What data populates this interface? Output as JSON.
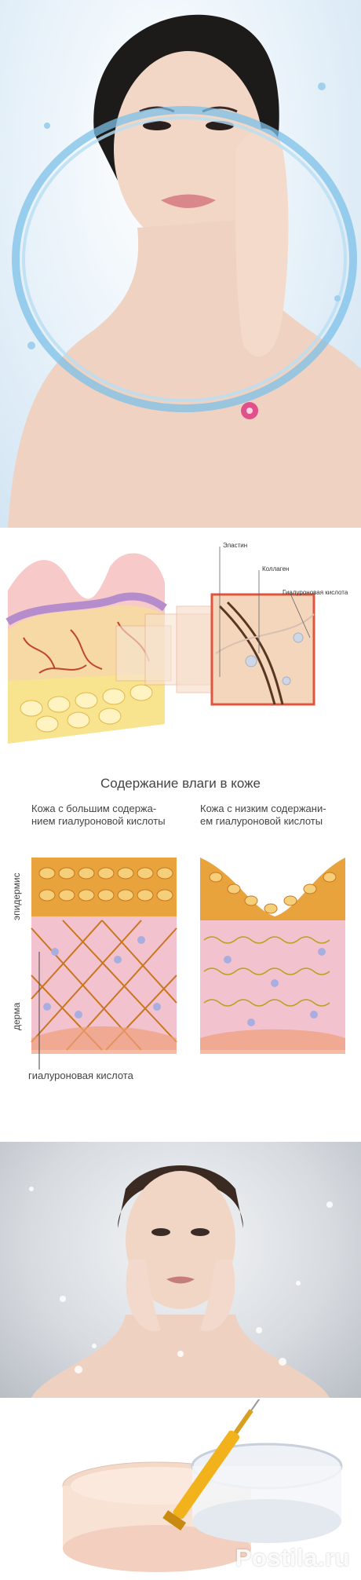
{
  "skin_layers_diagram": {
    "labels": [
      "Эластин",
      "Коллаген",
      "Гиалуроновая кислота"
    ]
  },
  "moisture_diagram": {
    "title": "Содержание влаги в коже",
    "high_caption": "Кожа с большим содержа-\nнием гиалуроновой кислоты",
    "low_caption": "Кожа с низким содержани-\nем гиалуроновой кислоты",
    "layer_epidermis": "эпидермис",
    "layer_dermis": "дерма",
    "bottom_label": "гиалуроновая кислота"
  },
  "watermark": "Postila.ru",
  "colors": {
    "epidermis": "#e8a33c",
    "dermis": "#f2c3cf",
    "fiber": "#c9761f",
    "water": "#6fb6e0"
  }
}
